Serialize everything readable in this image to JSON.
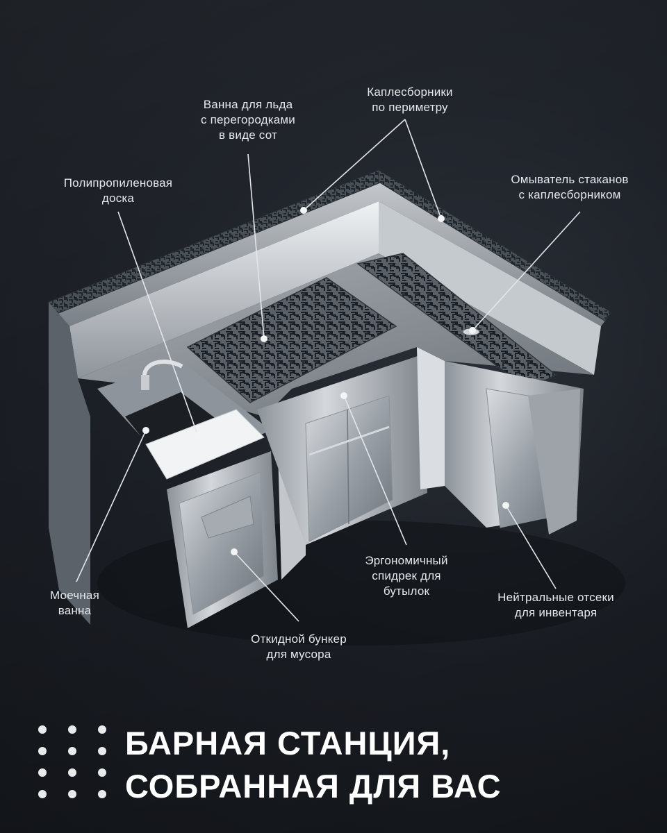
{
  "callouts": {
    "ice_bath": {
      "line1": "Ванна для льда",
      "line2": "с перегородками",
      "line3": "в виде сот"
    },
    "drip_trays": {
      "line1": "Каплесборники",
      "line2": "по периметру"
    },
    "board": {
      "line1": "Полипропиленовая",
      "line2": "доска"
    },
    "glass_rinser": {
      "line1": "Омыватель стаканов",
      "line2": "с каплесборником"
    },
    "sink": {
      "line1": "Моечная",
      "line2": "ванна"
    },
    "speed_rail": {
      "line1": "Эргономичный",
      "line2": "спидрек для",
      "line3": "бутылок"
    },
    "storage": {
      "line1": "Нейтральные отсеки",
      "line2": "для инвентаря"
    },
    "trash_bin": {
      "line1": "Откидной бункер",
      "line2": "для мусора"
    }
  },
  "title": {
    "line1": "БАРНАЯ СТАНЦИЯ,",
    "line2": "СОБРАННАЯ ДЛЯ ВАС"
  },
  "colors": {
    "background": "#1d2128",
    "steel": "#b9bec4",
    "text": "#ffffff"
  }
}
